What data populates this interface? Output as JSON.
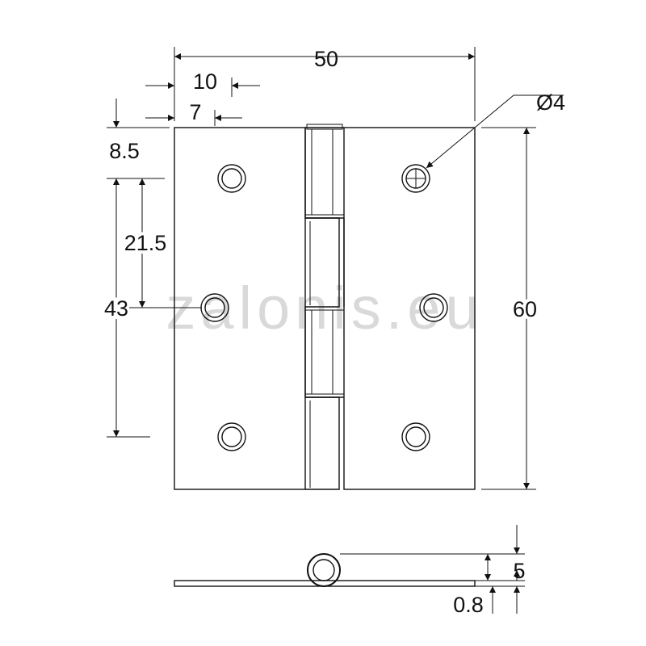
{
  "watermark": "zalonis.eu",
  "dimensions": {
    "total_width": "50",
    "hole_offset_a": "10",
    "hole_offset_b": "7",
    "top_edge": "8.5",
    "hole_pitch": "21.5",
    "hole_span": "43",
    "total_height": "60",
    "hole_diameter": "Ø4",
    "knuckle_height": "5",
    "leaf_thickness": "0.8"
  },
  "colors": {
    "line": "#111111",
    "watermark": "#d9d9d9"
  }
}
